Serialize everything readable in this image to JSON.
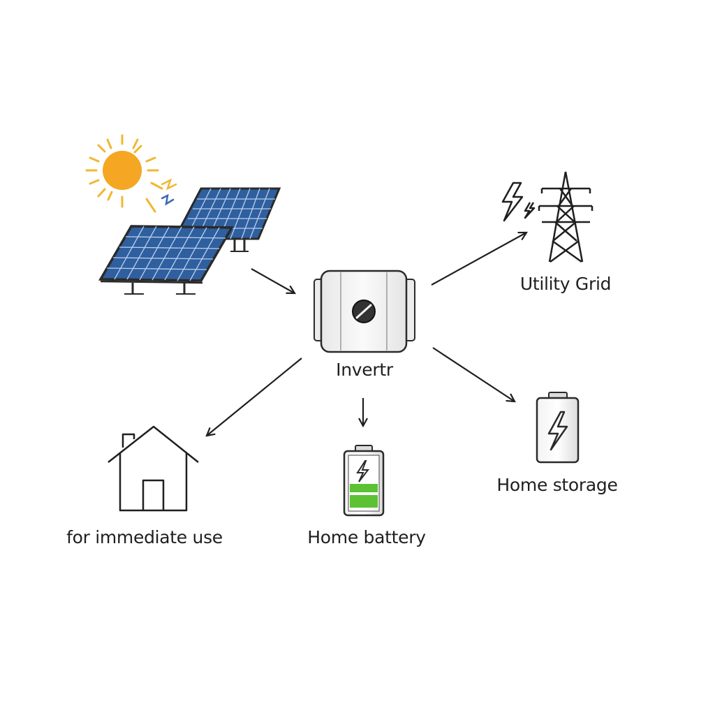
{
  "labels": {
    "inverter": "Invertr",
    "utility_grid": "Utility Grid",
    "home_storage": "Home storage",
    "home_battery": "Home battery",
    "immediate_use": "for immediate use"
  },
  "icons": {
    "sun": "sun-icon",
    "solar_panels": "solar-panel-icon",
    "inverter": "inverter-icon",
    "grid": "transmission-tower-icon",
    "lightning": "lightning-icon",
    "house": "house-icon",
    "battery": "battery-icon"
  },
  "colors": {
    "sun": "#f5a623",
    "sun_rays": "#f0b733",
    "panel": "#2f5f9e",
    "panel_frame": "#2a2a2a",
    "battery_green": "#5cc233",
    "line": "#1f1f1f"
  }
}
